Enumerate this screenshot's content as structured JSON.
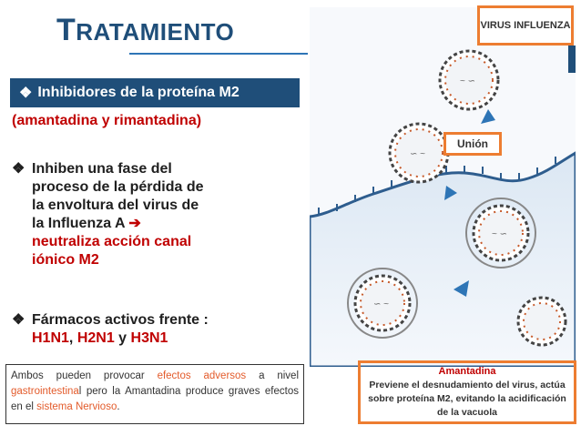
{
  "title": {
    "first_letter": "T",
    "rest": "RATAMIENTO"
  },
  "banner": {
    "icon": "diamond-bullet-icon",
    "text": "Inhibidores de la proteína M2"
  },
  "subtitle": "(amantadina y rimantadina)",
  "bullets": [
    {
      "line1": "Inhiben una fase del",
      "line2": "proceso de la pérdida de",
      "line3": "la envoltura del virus de",
      "line4": "la Influenza  A",
      "arrow": "➔",
      "line5": "neutraliza acción canal",
      "line6": "iónico M2"
    },
    {
      "line1": "Fármacos activos frente :",
      "h1": "H1N1",
      "comma": ",",
      "h2": "H2N1",
      "y": "y",
      "h3": "H3N1"
    }
  ],
  "bottom_box": {
    "part1": "Ambos pueden provocar",
    "red1": "efectos adversos",
    "part2": "a nivel",
    "red2": "gastrointestina",
    "part3": "l pero la Amantadina produce graves efectos en el",
    "red3": "sistema Nervioso",
    "part4": "."
  },
  "labels": {
    "virus": "VIRUS INFLUENZA",
    "union": "Unión"
  },
  "amantadina_box": {
    "title": "Amantadina",
    "text": "Previene el desnudamiento del virus, actúa sobre proteína M2, evitando la acidificación de la vacuola"
  },
  "colors": {
    "title": "#1f4e79",
    "banner": "#1f4e79",
    "accent_red": "#c00000",
    "label_border": "#ed7d31"
  }
}
